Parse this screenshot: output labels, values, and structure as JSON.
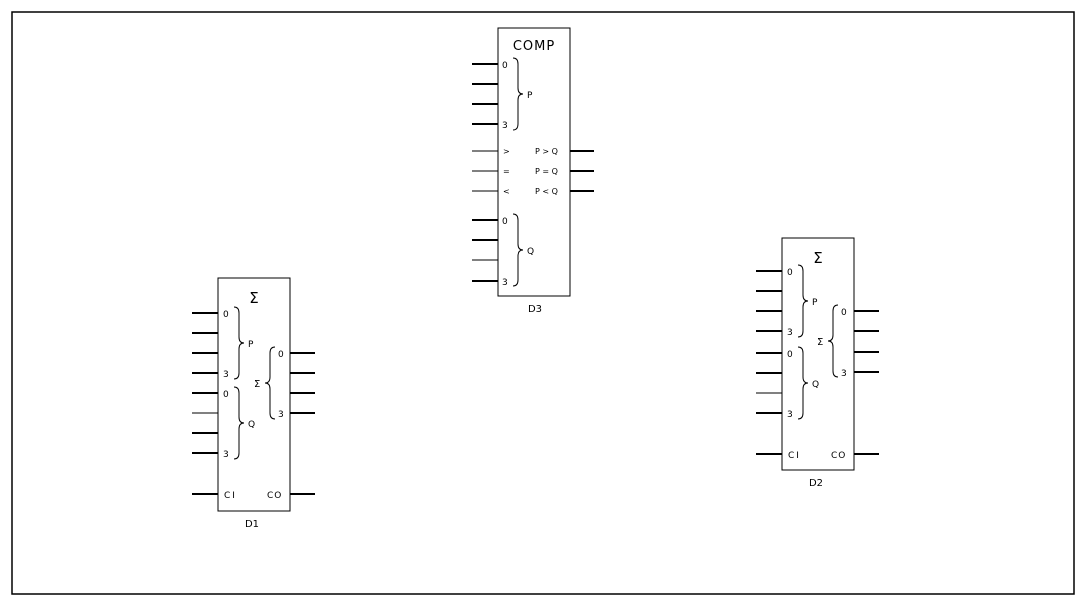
{
  "frame": {},
  "d3": {
    "name": "D3",
    "title": "COMP",
    "group_p": "P",
    "group_q": "Q",
    "pin_0": "0",
    "pin_3": "3",
    "in_gt": ">",
    "in_eq": "=",
    "in_lt": "<",
    "out_gt": "P > Q",
    "out_eq": "P = Q",
    "out_lt": "P < Q"
  },
  "d1": {
    "name": "D1",
    "title": "Σ",
    "group_p": "P",
    "group_q": "Q",
    "sum_group": "Σ",
    "pin_0": "0",
    "pin_3": "3",
    "ci": "CI",
    "co": "CO"
  },
  "d2": {
    "name": "D2",
    "title": "Σ",
    "group_p": "P",
    "group_q": "Q",
    "sum_group": "Σ",
    "pin_0": "0",
    "pin_3": "3",
    "ci": "CI",
    "co": "CO"
  }
}
